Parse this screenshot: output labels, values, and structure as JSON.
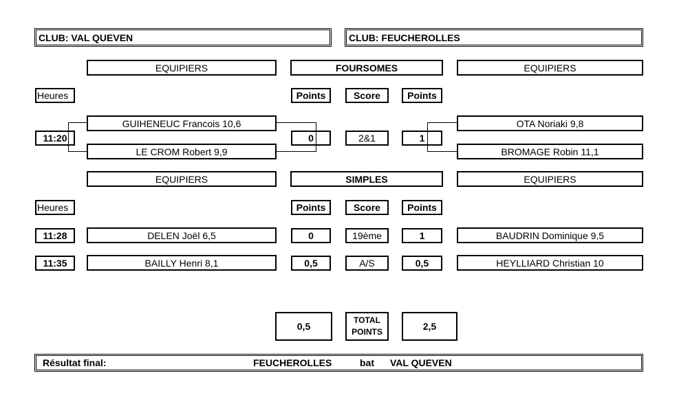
{
  "clubs": {
    "left": "CLUB: VAL QUEVEN",
    "right": "CLUB: FEUCHEROLLES"
  },
  "labels": {
    "equipiers": "EQUIPIERS",
    "foursomes": "FOURSOMES",
    "simples": "SIMPLES",
    "heures": "Heures",
    "points": "Points",
    "score": "Score",
    "total_line1": "TOTAL",
    "total_line2": "POINTS"
  },
  "foursome": {
    "time": "11:20",
    "left_players": [
      "GUIHENEUC Francois  10,6",
      "LE CROM Robert  9,9"
    ],
    "right_players": [
      "OTA Noriaki  9,8",
      "BROMAGE Robin  11,1"
    ],
    "left_points": "0",
    "score": "2&1",
    "right_points": "1"
  },
  "singles": [
    {
      "time": "11:28",
      "left_player": "DELEN Joël  6,5",
      "left_points": "0",
      "score": "19ème",
      "right_points": "1",
      "right_player": "BAUDRIN Dominique  9,5"
    },
    {
      "time": "11:35",
      "left_player": "BAILLY Henri  8,1",
      "left_points": "0,5",
      "score": "A/S",
      "right_points": "0,5",
      "right_player": "HEYLLIARD Christian  10"
    }
  ],
  "totals": {
    "left": "0,5",
    "right": "2,5"
  },
  "result": {
    "label": "Résultat final:",
    "winner": "FEUCHEROLLES",
    "verb": "bat",
    "loser": "VAL QUEVEN"
  }
}
